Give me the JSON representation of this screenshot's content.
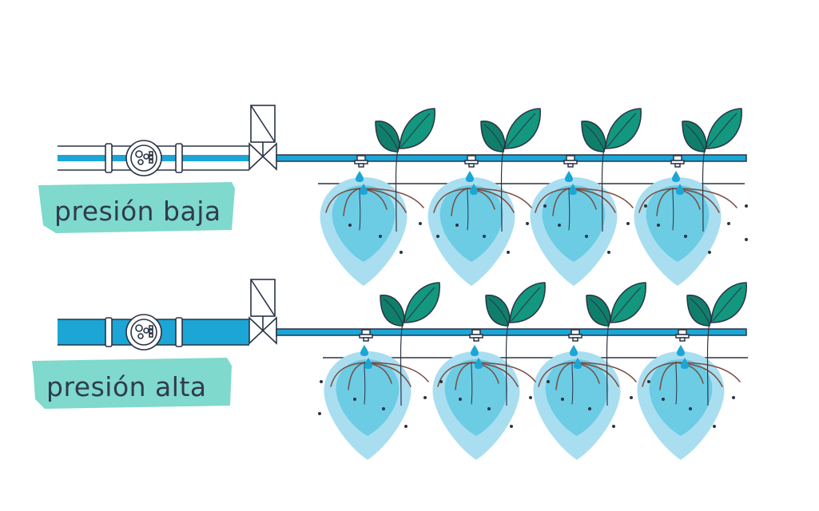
{
  "labels": {
    "low": "presión baja",
    "high": "presión alta"
  },
  "rows": [
    {
      "id": "low",
      "pressure": "low",
      "emitter_count": 4
    },
    {
      "id": "high",
      "pressure": "high",
      "emitter_count": 4
    }
  ],
  "colors": {
    "pipe_blue": "#1ba6d6",
    "water_outer": "#a9def0",
    "water_inner": "#6bcce4",
    "leaf_dark": "#0f7f6b",
    "leaf_mid": "#13977f",
    "label_bg": "#7fd9cc",
    "outline": "#2b3444",
    "root_brown": "#7a4b42"
  },
  "icons": {
    "meter": "water-meter-icon",
    "valve": "valve-icon",
    "plant": "plant-icon",
    "dripper": "dripper-icon",
    "drop": "water-drop-icon"
  }
}
